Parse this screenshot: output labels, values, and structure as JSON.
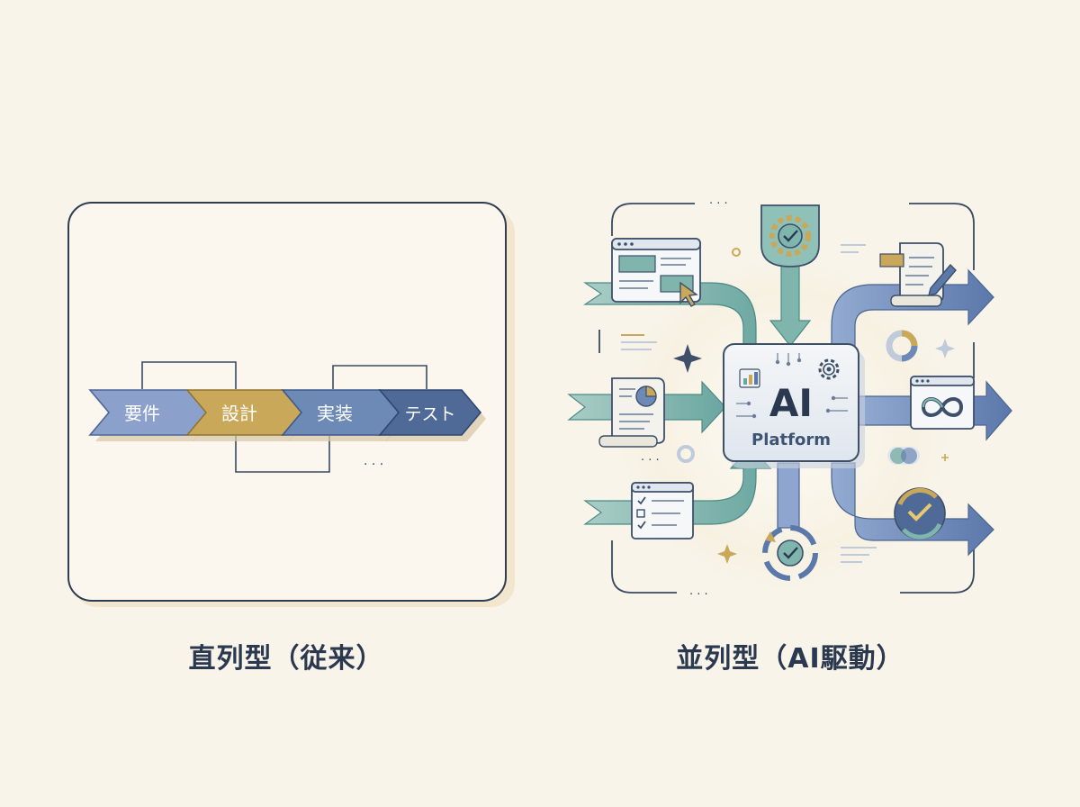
{
  "left_panel": {
    "caption": "直列型（従来）",
    "steps": [
      "要件",
      "設計",
      "実装",
      "テスト"
    ],
    "ellipsis": "· · ·"
  },
  "right_panel": {
    "caption": "並列型（AI駆動）",
    "hub": {
      "title": "AI",
      "subtitle": "Platform"
    },
    "ellipsis_top": "· · ·",
    "ellipsis_bottom": "· · ·",
    "ellipsis_left": "· · ·"
  },
  "colors": {
    "background": "#f9f4ea",
    "blue": "#7e95c2",
    "gold": "#c9a85a",
    "slate": "#5a7aa8",
    "navy": "#46628f",
    "teal": "#79b3ad",
    "text_dark": "#2b3950"
  }
}
